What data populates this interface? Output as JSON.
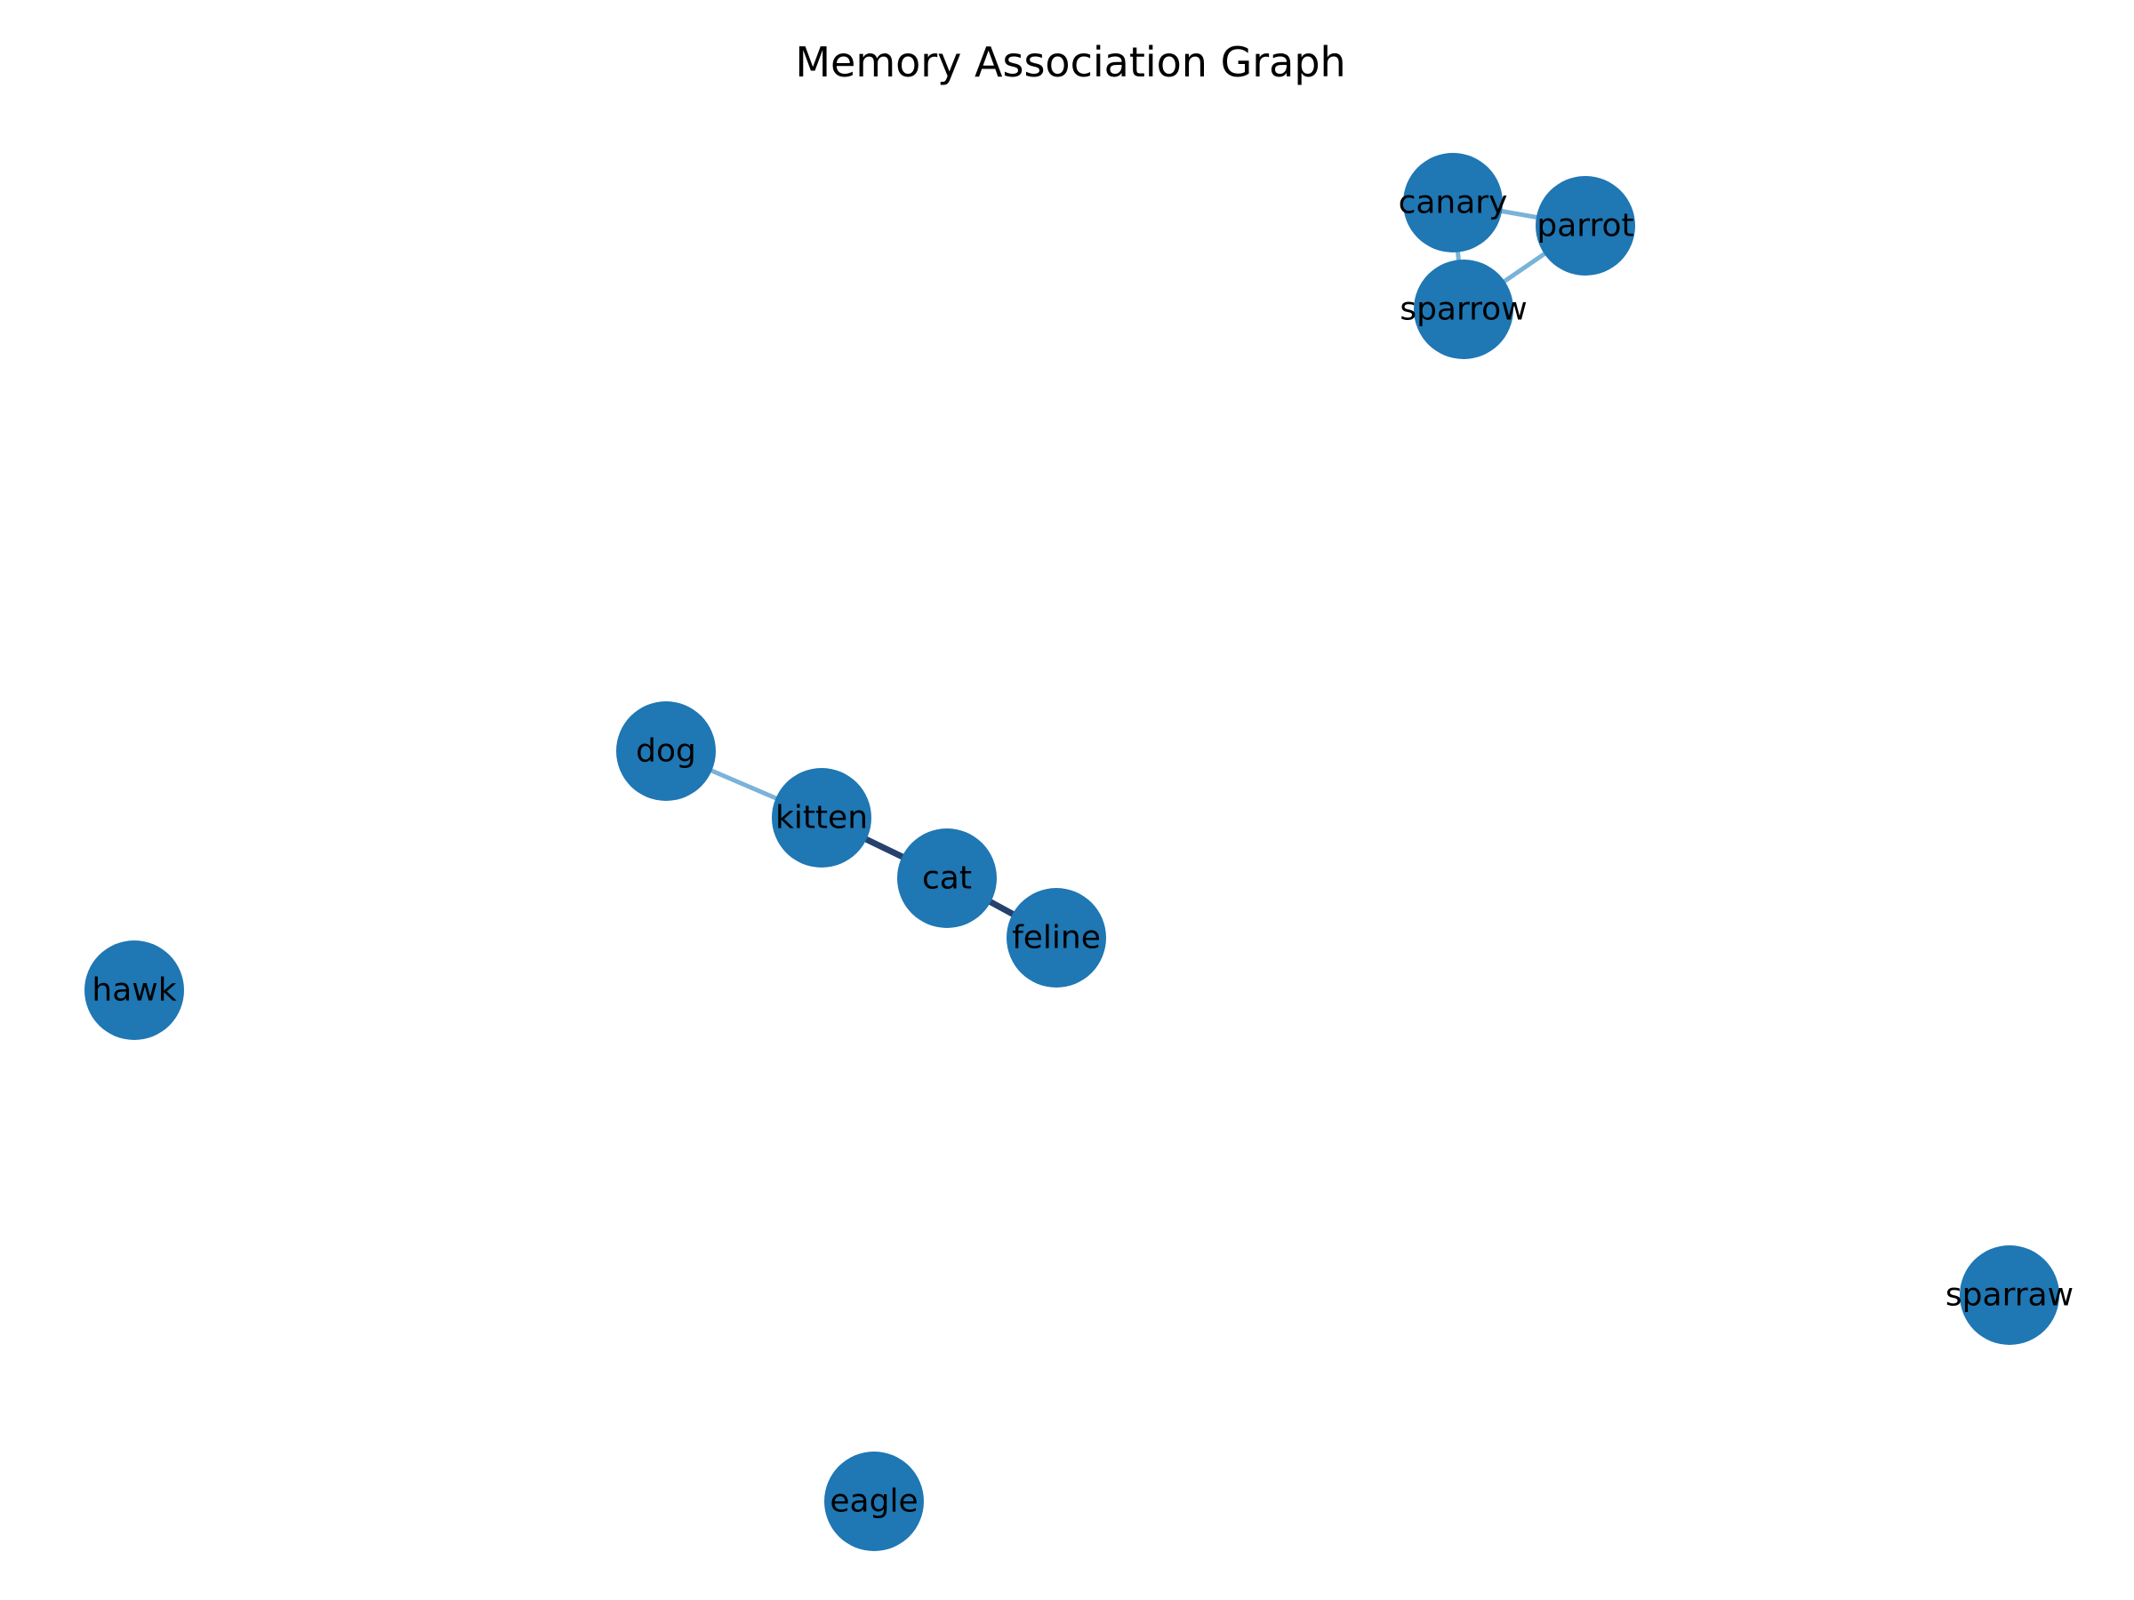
{
  "title": "Memory Association Graph",
  "colors": {
    "node": "#1f77b4",
    "edge_strong": "#26416e",
    "edge_weak": "#7ab3d8",
    "label": "#000000",
    "background": "#ffffff"
  },
  "nodes": [
    {
      "id": "canary",
      "label": "canary"
    },
    {
      "id": "parrot",
      "label": "parrot"
    },
    {
      "id": "sparrow",
      "label": "sparrow"
    },
    {
      "id": "dog",
      "label": "dog"
    },
    {
      "id": "kitten",
      "label": "kitten"
    },
    {
      "id": "cat",
      "label": "cat"
    },
    {
      "id": "feline",
      "label": "feline"
    },
    {
      "id": "hawk",
      "label": "hawk"
    },
    {
      "id": "sparraw",
      "label": "sparraw"
    },
    {
      "id": "eagle",
      "label": "eagle"
    }
  ],
  "edges": [
    {
      "source": "canary",
      "target": "parrot",
      "strength": "weak"
    },
    {
      "source": "canary",
      "target": "sparrow",
      "strength": "weak"
    },
    {
      "source": "parrot",
      "target": "sparrow",
      "strength": "weak"
    },
    {
      "source": "dog",
      "target": "kitten",
      "strength": "weak"
    },
    {
      "source": "kitten",
      "target": "cat",
      "strength": "strong"
    },
    {
      "source": "cat",
      "target": "feline",
      "strength": "strong"
    }
  ]
}
